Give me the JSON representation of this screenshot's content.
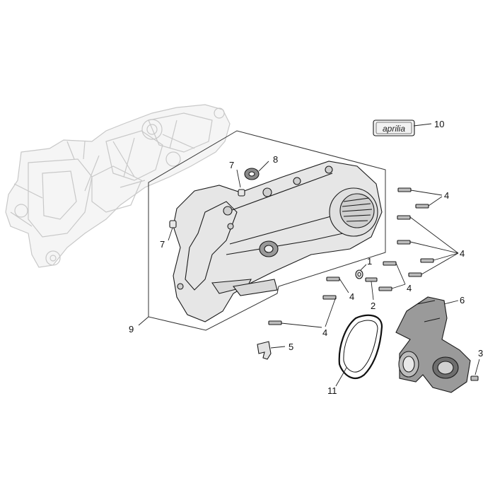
{
  "logo": {
    "text": "aprilia"
  },
  "callouts": {
    "c1": "1",
    "c2": "2",
    "c3": "3",
    "c4a": "4",
    "c4b": "4",
    "c4c": "4",
    "c4d": "4",
    "c4e": "4",
    "c5": "5",
    "c6": "6",
    "c7a": "7",
    "c7b": "7",
    "c8": "8",
    "c9": "9",
    "c10": "10",
    "c11": "11"
  },
  "colors": {
    "line": "#1a1a1a",
    "ghost": "#c8c8c8",
    "cover_fill": "#e6e6e6",
    "duct_fill": "#9a9a9a"
  }
}
